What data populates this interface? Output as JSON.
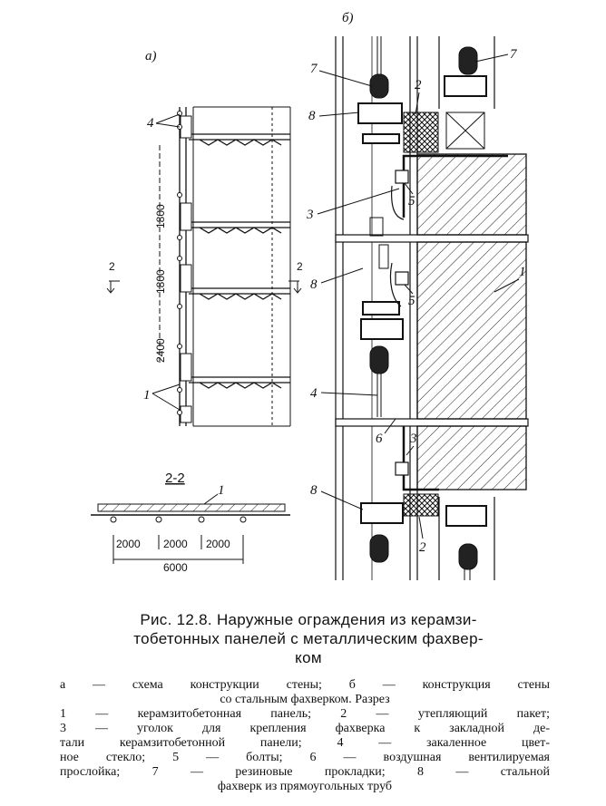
{
  "figure": {
    "panel_a_label": "а)",
    "panel_b_label": "б)",
    "section_label": "2-2",
    "section_mark": "2",
    "dims_vertical": [
      "1800",
      "1800",
      "2400"
    ],
    "dims_horizontal": [
      "2000",
      "2000",
      "2000"
    ],
    "dim_total": "6000",
    "callouts": {
      "n1": "1",
      "n2": "2",
      "n3": "3",
      "n4": "4",
      "n5": "5",
      "n6": "6",
      "n7": "7",
      "n8": "8"
    }
  },
  "caption": {
    "line1": "Рис. 12.8. Наружные ограждения из керамзи-",
    "line2": "тобетонных панелей с металлическим фахвер-",
    "line3": "ком"
  },
  "legend": {
    "line1": "а — схема конструкции стены; б — конструкция стены",
    "line2": "со стальным фахверком. Разрез",
    "line3": "1 — керамзитобетонная панель; 2 — утепляющий пакет;",
    "line4": "3 — уголок для крепления фахверка к закладной де-",
    "line5": "тали керамзитобетонной панели; 4 — закаленное цвет-",
    "line6": "ное стекло; 5 — болты; 6 — воздушная вентилируемая",
    "line7": "прослойка; 7 — резиновые прокладки; 8 — стальной",
    "line8": "фахверк из прямоугольных труб"
  }
}
